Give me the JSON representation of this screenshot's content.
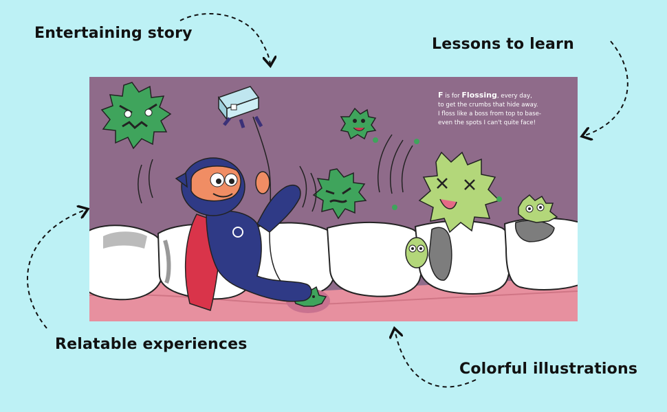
{
  "callouts": {
    "top_left": "Entertaining story",
    "top_right": "Lessons to learn",
    "bottom_left": "Relatable experiences",
    "bottom_right": "Colorful illustrations"
  },
  "verse": {
    "letter": "F",
    "line1_mid": " is for ",
    "keyword": "Flossing",
    "line1_end": ", every day,",
    "line2": "to get the crumbs that hide away.",
    "line3": "I floss like a boss from top to base-",
    "line4": "even the spots I can't quite face!"
  },
  "colors": {
    "background": "#bdf1f5",
    "scene_sky": "#8f6b8a",
    "gum": "#e7909f",
    "tooth": "#ffffff",
    "ninja": "#2f3a86",
    "cape": "#d9344a",
    "germ_dark": "#3fa45c",
    "germ_light": "#b3d77a"
  }
}
